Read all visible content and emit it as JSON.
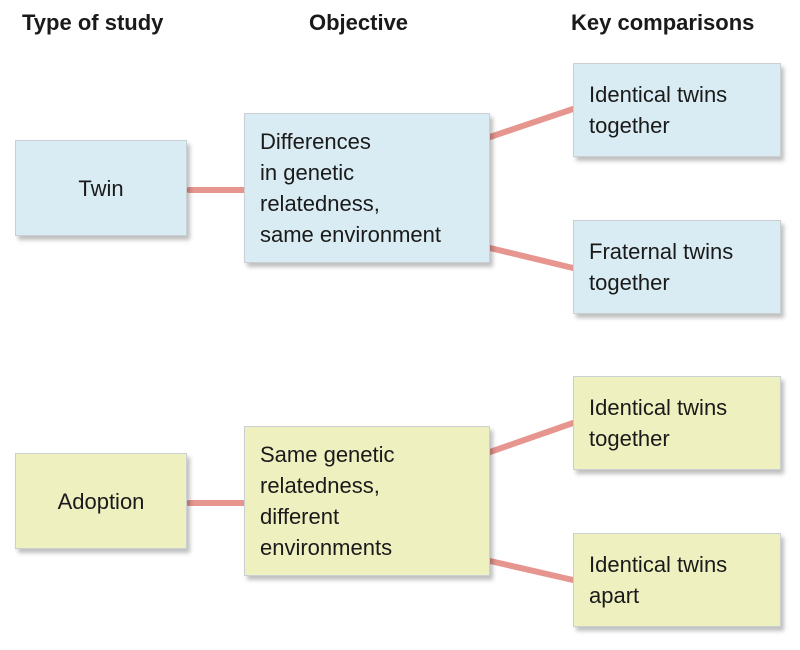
{
  "headers": {
    "type_of_study": "Type of study",
    "objective": "Objective",
    "key_comparisons": "Key comparisons"
  },
  "studies": [
    {
      "type": "Twin",
      "objective": "Differences\nin genetic\nrelatedness,\nsame environment",
      "comparisons": [
        "Identical twins\ntogether",
        "Fraternal twins\ntogether"
      ],
      "color": "#d9ecf3"
    },
    {
      "type": "Adoption",
      "objective": "Same genetic\nrelatedness,\ndifferent\nenvironments",
      "comparisons": [
        "Identical twins\ntogether",
        "Identical twins\napart"
      ],
      "color": "#eef0c0"
    }
  ],
  "connector_color": "#e6958f"
}
